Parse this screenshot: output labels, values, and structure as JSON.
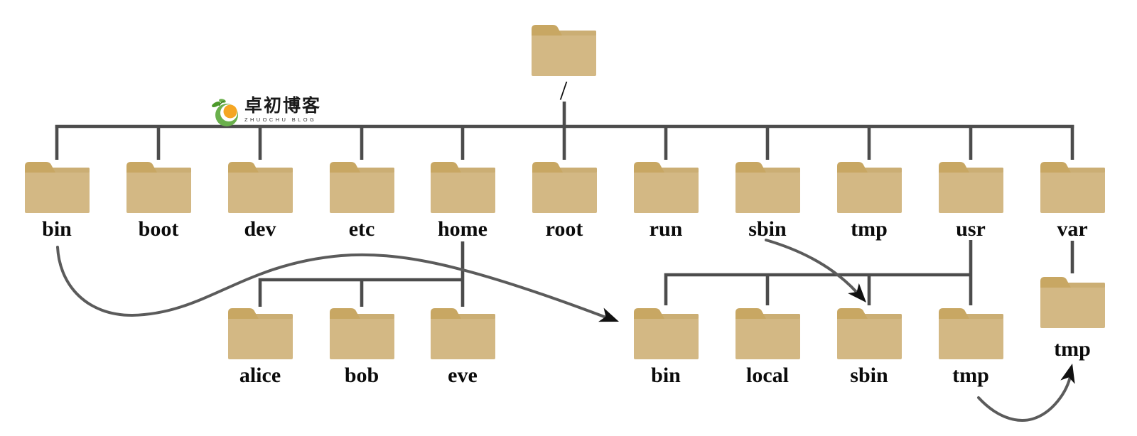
{
  "watermark": {
    "title": "卓初博客",
    "subtitle": "ZHUOCHU BLOG"
  },
  "colors": {
    "folder_body": "#d3b884",
    "folder_tab": "#c8a763",
    "folder_band": "#cbae74",
    "line": "#4c4c4c",
    "arrow": "#5b5b5b",
    "arrowhead": "#111111",
    "label": "#0b0b0b",
    "wm_orange": "#f5a623",
    "wm_green": "#6ab04c"
  },
  "tree": {
    "root": {
      "label": "/"
    },
    "level1": [
      {
        "label": "bin"
      },
      {
        "label": "boot"
      },
      {
        "label": "dev"
      },
      {
        "label": "etc"
      },
      {
        "label": "home"
      },
      {
        "label": "root"
      },
      {
        "label": "run"
      },
      {
        "label": "sbin"
      },
      {
        "label": "tmp"
      },
      {
        "label": "usr"
      },
      {
        "label": "var"
      }
    ],
    "home_children": [
      {
        "label": "alice"
      },
      {
        "label": "bob"
      },
      {
        "label": "eve"
      }
    ],
    "usr_children": [
      {
        "label": "bin"
      },
      {
        "label": "local"
      },
      {
        "label": "sbin"
      },
      {
        "label": "tmp"
      }
    ],
    "var_children": [
      {
        "label": "tmp"
      }
    ]
  },
  "arrows": [
    {
      "from": "bin",
      "to": "usr/bin"
    },
    {
      "from": "sbin",
      "to": "usr/sbin"
    },
    {
      "from": "usr/tmp",
      "to": "var/tmp"
    }
  ]
}
